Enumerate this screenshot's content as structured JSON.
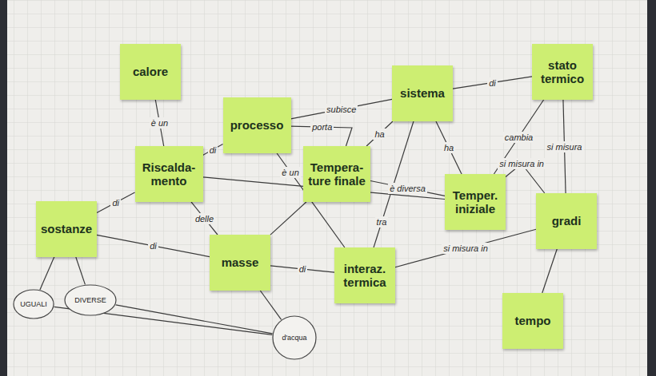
{
  "diagram": {
    "nodes": [
      {
        "text": [
          "calore"
        ]
      },
      {
        "text": [
          "stato termico"
        ]
      },
      {
        "text": [
          "sistema"
        ]
      },
      {
        "text": [
          "processo"
        ]
      },
      {
        "text": [
          "Riscalda- mento"
        ]
      },
      {
        "text": [
          "Tempera- ture finale"
        ]
      },
      {
        "text": [
          "Temper. iniziale"
        ]
      },
      {
        "text": [
          "gradi"
        ]
      },
      {
        "text": [
          "sostanze"
        ]
      },
      {
        "text": [
          "masse"
        ]
      },
      {
        "text": [
          "interaz. termica"
        ]
      },
      {
        "text": [
          "UGUALI"
        ]
      },
      {
        "text": [
          "DIVERSE"
        ]
      },
      {
        "text": [
          "tempo"
        ]
      },
      {
        "text": [
          "d'acqua"
        ]
      }
    ],
    "edges": [
      {
        "from": 0,
        "to": 4,
        "label": "è un",
        "arrow": "none"
      },
      {
        "from": 3,
        "to": 4,
        "label": "di",
        "arrow": "none"
      },
      {
        "from": 8,
        "to": 4,
        "label": "di",
        "arrow": "none"
      },
      {
        "from": 8,
        "to": 9,
        "label": "di",
        "arrow": "none"
      },
      {
        "from": 3,
        "to": 2,
        "label": "subisce",
        "arrow": "none"
      },
      {
        "from": 3,
        "to": 5,
        "label": "porta",
        "arrow": "none"
      },
      {
        "from": 3,
        "to": 10,
        "label": "è un",
        "arrow": "none"
      },
      {
        "from": 2,
        "to": 1,
        "label": "di",
        "arrow": "none"
      },
      {
        "from": 2,
        "to": 5,
        "label": "ha",
        "arrow": "none"
      },
      {
        "from": 2,
        "to": 6,
        "label": "ha",
        "arrow": "none"
      },
      {
        "from": 2,
        "to": 10,
        "label": "tra",
        "arrow": "none"
      },
      {
        "from": 1,
        "to": 6,
        "label": "cambia",
        "arrow": "none"
      },
      {
        "from": 1,
        "to": 7,
        "label": "si misura",
        "arrow": "none"
      },
      {
        "from": 6,
        "to": 7,
        "label": "si misura in",
        "arrow": "none"
      },
      {
        "from": 10,
        "to": 7,
        "label": "si misura in",
        "arrow": "none"
      },
      {
        "from": 7,
        "to": 13,
        "arrow": "none"
      },
      {
        "from": 4,
        "to": 9,
        "label": "delle",
        "arrow": "none"
      },
      {
        "from": 9,
        "to": 10,
        "label": "di",
        "arrow": "none"
      },
      {
        "from": 9,
        "to": 14,
        "arrow": "none"
      },
      {
        "from": 5,
        "to": 6,
        "label": "è diversa",
        "arrow": "none"
      },
      {
        "from": 9,
        "to": 5,
        "arrow": "none"
      },
      {
        "from": 8,
        "to": 11,
        "arrow": "none"
      },
      {
        "from": 8,
        "to": 12,
        "arrow": "none"
      },
      {
        "from": 12,
        "to": 14,
        "arrow": "none"
      },
      {
        "from": 11,
        "to": 14,
        "arrow": "none"
      },
      {
        "from": 4,
        "to": 6,
        "arrow": "none"
      }
    ]
  }
}
